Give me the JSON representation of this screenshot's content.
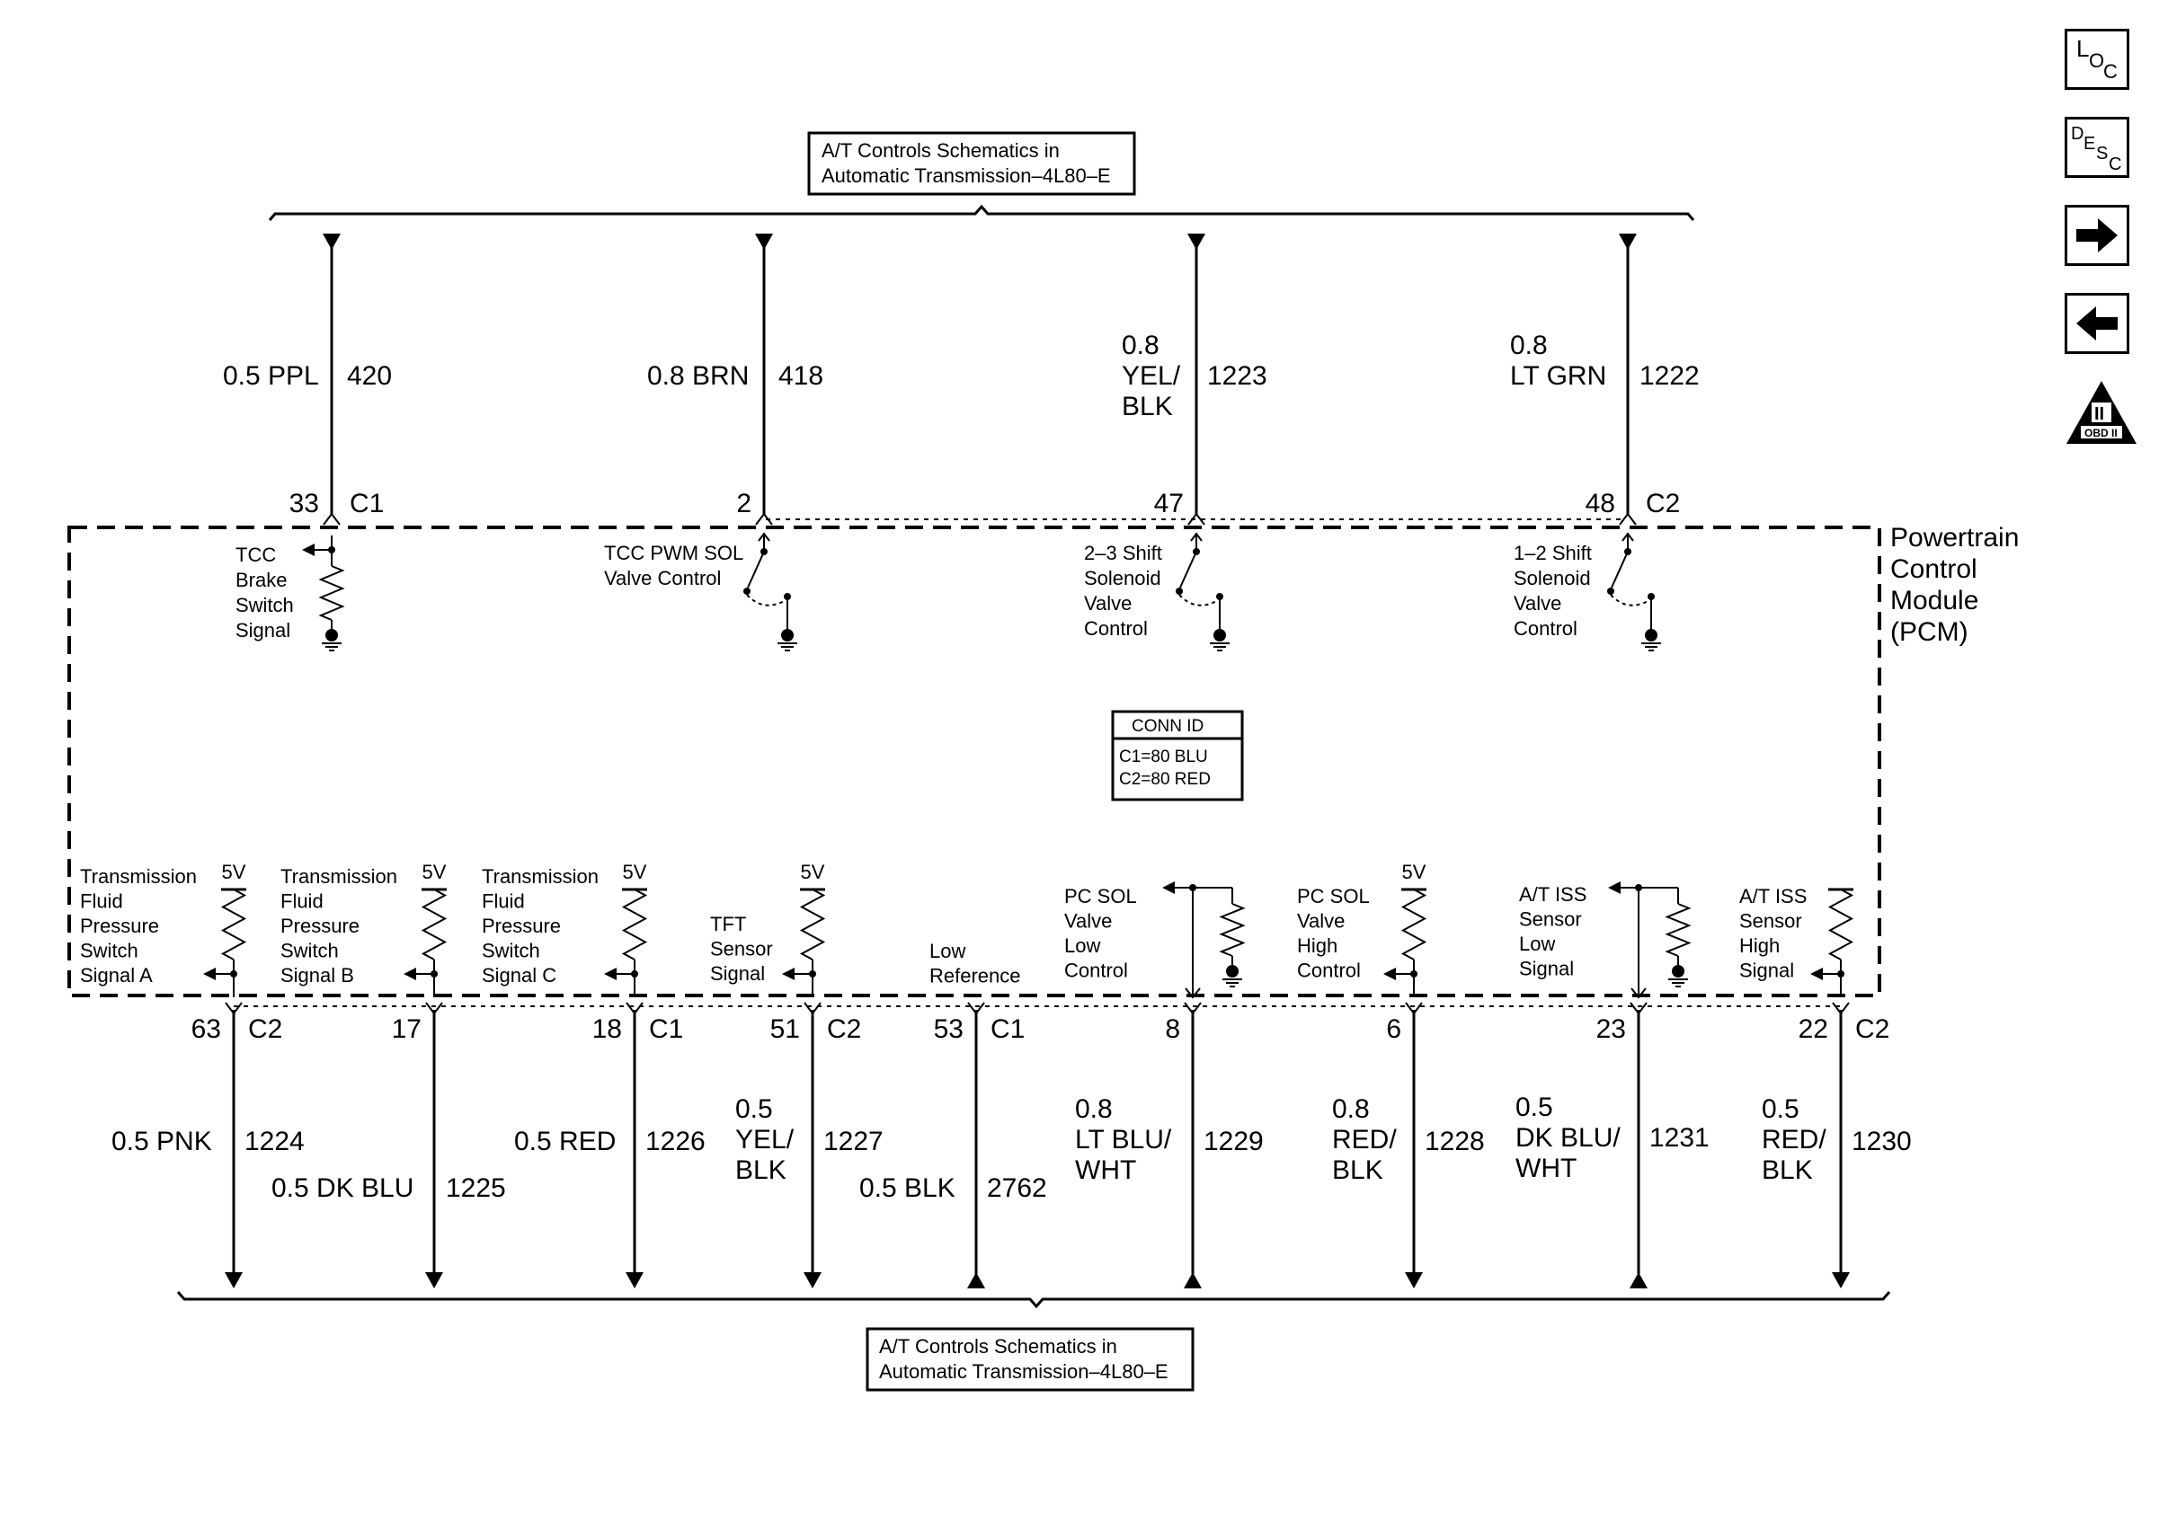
{
  "refs": {
    "top": {
      "line1": "A/T Controls Schematics in",
      "line2": "Automatic Transmission–4L80–E"
    },
    "bottom": {
      "line1": "A/T Controls Schematics in",
      "line2": "Automatic Transmission–4L80–E"
    }
  },
  "module": {
    "name_lines": [
      "Powertrain",
      "Control",
      "Module",
      "(PCM)"
    ],
    "conn_id": {
      "title": "CONN ID",
      "c1": "C1=80 BLU",
      "c2": "C2=80 RED"
    }
  },
  "top_wires": [
    {
      "pin": "33",
      "conn": "C1",
      "gauge": "0.5",
      "color_lines": [
        "0.5 PPL"
      ],
      "circuit": "420",
      "label": [
        "TCC",
        "Brake",
        "Switch",
        "Signal"
      ]
    },
    {
      "pin": "2",
      "conn": "",
      "gauge": "0.8",
      "color_lines": [
        "0.8 BRN"
      ],
      "circuit": "418",
      "label": [
        "TCC PWM SOL",
        "Valve Control"
      ]
    },
    {
      "pin": "47",
      "conn": "",
      "gauge": "0.8",
      "color_lines": [
        "0.8",
        "YEL/",
        "BLK"
      ],
      "circuit": "1223",
      "label": [
        "2–3 Shift",
        "Solenoid",
        "Valve",
        "Control"
      ]
    },
    {
      "pin": "48",
      "conn": "C2",
      "gauge": "0.8",
      "color_lines": [
        "0.8",
        "LT GRN"
      ],
      "circuit": "1222",
      "label": [
        "1–2 Shift",
        "Solenoid",
        "Valve",
        "Control"
      ]
    }
  ],
  "bottom_wires": [
    {
      "pin": "63",
      "conn": "C2",
      "color_lines": [
        "0.5 PNK"
      ],
      "circuit": "1224",
      "supply": "5V",
      "label": [
        "Transmission",
        "Fluid",
        "Pressure",
        "Switch",
        "Signal A"
      ]
    },
    {
      "pin": "17",
      "conn": "",
      "color_lines": [
        "0.5 DK BLU"
      ],
      "circuit": "1225",
      "supply": "5V",
      "label": [
        "Transmission",
        "Fluid",
        "Pressure",
        "Switch",
        "Signal B"
      ]
    },
    {
      "pin": "18",
      "conn": "C1",
      "color_lines": [
        "0.5 RED"
      ],
      "circuit": "1226",
      "supply": "5V",
      "label": [
        "Transmission",
        "Fluid",
        "Pressure",
        "Switch",
        "Signal C"
      ]
    },
    {
      "pin": "51",
      "conn": "C2",
      "color_lines": [
        "0.5",
        "YEL/",
        "BLK"
      ],
      "circuit": "1227",
      "supply": "5V",
      "label": [
        "TFT",
        "Sensor",
        "Signal"
      ]
    },
    {
      "pin": "53",
      "conn": "C1",
      "color_lines": [
        "0.5 BLK"
      ],
      "circuit": "2762",
      "supply": "",
      "label": [
        "Low",
        "Reference"
      ]
    },
    {
      "pin": "8",
      "conn": "",
      "color_lines": [
        "0.8",
        "LT BLU/",
        "WHT"
      ],
      "circuit": "1229",
      "supply": "",
      "label": [
        "PC SOL",
        "Valve",
        "Low",
        "Control"
      ]
    },
    {
      "pin": "6",
      "conn": "",
      "color_lines": [
        "0.8",
        "RED/",
        "BLK"
      ],
      "circuit": "1228",
      "supply": "5V",
      "label": [
        "PC SOL",
        "Valve",
        "High",
        "Control"
      ]
    },
    {
      "pin": "23",
      "conn": "",
      "color_lines": [
        "0.5",
        "DK BLU/",
        "WHT"
      ],
      "circuit": "1231",
      "supply": "",
      "label": [
        "A/T ISS",
        "Sensor",
        "Low",
        "Signal"
      ]
    },
    {
      "pin": "22",
      "conn": "C2",
      "color_lines": [
        "0.5",
        "RED/",
        "BLK"
      ],
      "circuit": "1230",
      "supply": "",
      "label": [
        "A/T ISS",
        "Sensor",
        "High",
        "Signal"
      ]
    }
  ],
  "nav": {
    "loc": {
      "icon": "loc-icon"
    },
    "desc": {
      "icon": "desc-icon"
    },
    "next": {
      "icon": "arrow-right-icon"
    },
    "prev": {
      "icon": "arrow-left-icon"
    },
    "obd": {
      "icon": "obd-ii-icon",
      "text": "OBD II",
      "numeral": "II"
    }
  }
}
